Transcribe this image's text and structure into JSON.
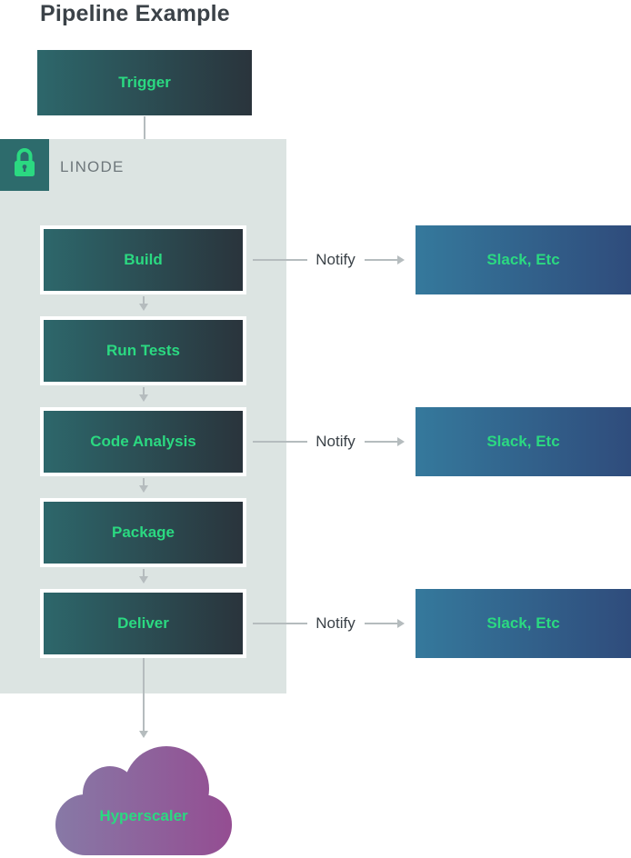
{
  "title": "Pipeline Example",
  "colors": {
    "accent_green": "#2bd981",
    "box_gradient_start": "#2d676b",
    "box_gradient_end": "#2a343c",
    "slack_gradient_start": "#35799c",
    "slack_gradient_end": "#2f4c7c",
    "cloud_gradient_start": "#8779a6",
    "cloud_gradient_end": "#944d92",
    "container_bg": "#dce4e2",
    "lock_badge_bg": "#2d6b6c",
    "arrow_gray": "#b5bcbe",
    "text_dark": "#3b4248",
    "linode_text": "#6e777b"
  },
  "trigger": {
    "label": "Trigger"
  },
  "secure_container": {
    "label": "LINODE",
    "icon": "lock-icon"
  },
  "pipeline_steps": [
    {
      "label": "Build"
    },
    {
      "label": "Run Tests"
    },
    {
      "label": "Code Analysis"
    },
    {
      "label": "Package"
    },
    {
      "label": "Deliver"
    }
  ],
  "notifications": [
    {
      "from": "Build",
      "label": "Notify",
      "target": "Slack, Etc"
    },
    {
      "from": "Code Analysis",
      "label": "Notify",
      "target": "Slack, Etc"
    },
    {
      "from": "Deliver",
      "label": "Notify",
      "target": "Slack, Etc"
    }
  ],
  "cloud": {
    "label": "Hyperscaler"
  }
}
